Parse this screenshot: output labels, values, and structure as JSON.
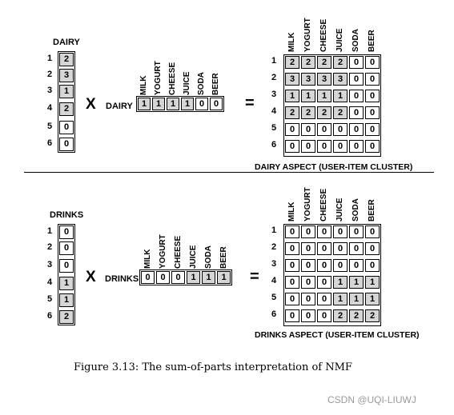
{
  "items": [
    "MILK",
    "YOGURT",
    "CHEESE",
    "JUICE",
    "SODA",
    "BEER"
  ],
  "users": [
    "1",
    "2",
    "3",
    "4",
    "5",
    "6"
  ],
  "multiply_symbol": "X",
  "equals_symbol": "=",
  "top": {
    "title": "DAIRY",
    "row_label": "DAIRY",
    "user_vector": [
      "2",
      "3",
      "1",
      "2",
      "0",
      "0"
    ],
    "item_vector": [
      "1",
      "1",
      "1",
      "1",
      "0",
      "0"
    ],
    "result": [
      [
        "2",
        "2",
        "2",
        "2",
        "0",
        "0"
      ],
      [
        "3",
        "3",
        "3",
        "3",
        "0",
        "0"
      ],
      [
        "1",
        "1",
        "1",
        "1",
        "0",
        "0"
      ],
      [
        "2",
        "2",
        "2",
        "2",
        "0",
        "0"
      ],
      [
        "0",
        "0",
        "0",
        "0",
        "0",
        "0"
      ],
      [
        "0",
        "0",
        "0",
        "0",
        "0",
        "0"
      ]
    ],
    "aspect_label": "DAIRY ASPECT (USER-ITEM CLUSTER)"
  },
  "bottom": {
    "title": "DRINKS",
    "row_label": "DRINKS",
    "user_vector": [
      "0",
      "0",
      "0",
      "1",
      "1",
      "2"
    ],
    "item_vector": [
      "0",
      "0",
      "0",
      "1",
      "1",
      "1"
    ],
    "result": [
      [
        "0",
        "0",
        "0",
        "0",
        "0",
        "0"
      ],
      [
        "0",
        "0",
        "0",
        "0",
        "0",
        "0"
      ],
      [
        "0",
        "0",
        "0",
        "0",
        "0",
        "0"
      ],
      [
        "0",
        "0",
        "0",
        "1",
        "1",
        "1"
      ],
      [
        "0",
        "0",
        "0",
        "1",
        "1",
        "1"
      ],
      [
        "0",
        "0",
        "0",
        "2",
        "2",
        "2"
      ]
    ],
    "aspect_label": "DRINKS ASPECT (USER-ITEM CLUSTER)"
  },
  "caption": "Figure 3.13: The sum-of-parts interpretation of NMF",
  "watermark": "CSDN @UQI-LIUWJ",
  "colors": {
    "shade": "#d6d6d6",
    "watermark": "#9a9a9a"
  }
}
